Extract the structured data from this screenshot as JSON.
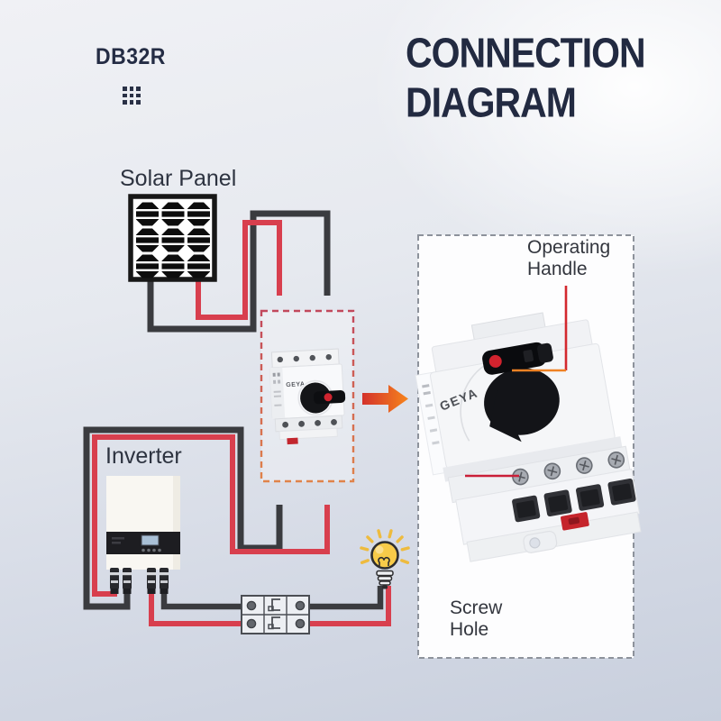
{
  "header": {
    "model": "DB32R",
    "title_line1": "CONNECTION",
    "title_line2": "DIAGRAM"
  },
  "labels": {
    "solar_panel": "Solar Panel",
    "inverter": "Inverter"
  },
  "callouts": {
    "operating_handle_line1": "Operating",
    "operating_handle_line2": "Handle",
    "screw_hole_line1": "Screw",
    "screw_hole_line2": "Hole"
  },
  "device": {
    "brand": "GEYA"
  },
  "colors": {
    "accent_navy": "#232a41",
    "wire_red": "#d83f4e",
    "wire_black": "#3a3b3f",
    "small_box_dash": "#cb4d4f",
    "big_box_dash": "#8d929b",
    "callout_red": "#d3282e",
    "callout_orange": "#ef8224",
    "bulb_yellow": "#f8cb49",
    "knob_red_dot": "#d2232e"
  }
}
